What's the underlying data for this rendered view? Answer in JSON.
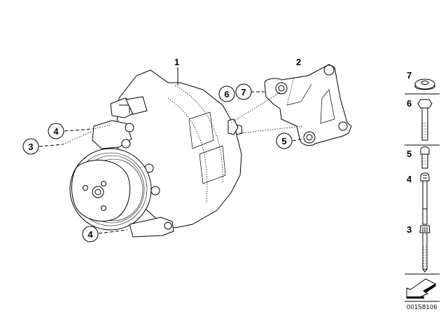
{
  "diagram": {
    "type": "exploded-parts-diagram",
    "subject": "A/C compressor with mounting bracket",
    "main_labels": [
      {
        "id": "1",
        "text": "1",
        "target": "compressor"
      },
      {
        "id": "2",
        "text": "2",
        "target": "bracket"
      }
    ],
    "callouts": [
      {
        "text": "3",
        "position": "left"
      },
      {
        "text": "4",
        "position": "left-upper"
      },
      {
        "text": "4",
        "position": "bottom-left"
      },
      {
        "text": "5",
        "position": "bracket-lower"
      },
      {
        "text": "6",
        "position": "bracket-upper"
      },
      {
        "text": "7",
        "position": "bracket-upper"
      }
    ],
    "side_panel": {
      "items": [
        {
          "number": "7",
          "part": "washer"
        },
        {
          "number": "6",
          "part": "hex bolt"
        },
        {
          "number": "5",
          "part": "short bolt"
        },
        {
          "number": "4",
          "part": "long stud"
        },
        {
          "number": "3",
          "part": "stud with nut"
        }
      ]
    },
    "reference_code": "00158106"
  }
}
